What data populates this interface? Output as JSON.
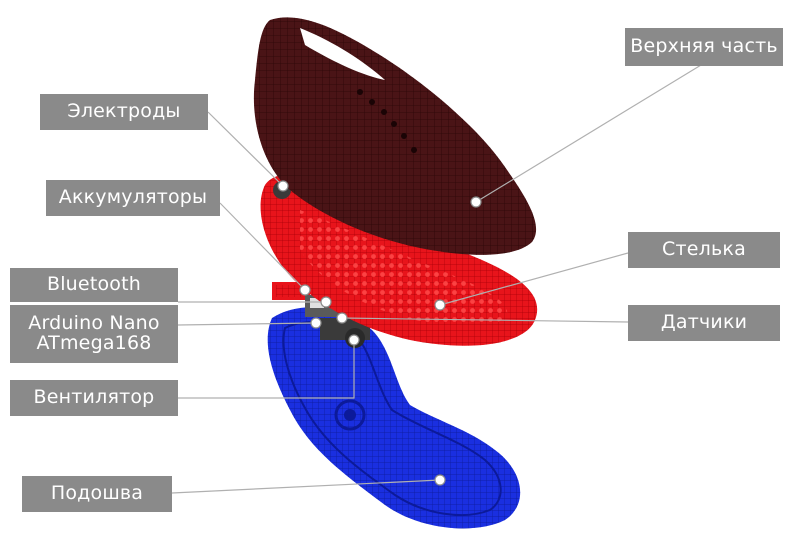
{
  "labels": {
    "upper": "Верхняя часть",
    "electrodes": "Электроды",
    "batteries": "Аккумуляторы",
    "bluetooth": "Bluetooth",
    "arduino": "Arduino Nano\nATmega168",
    "insole": "Стелька",
    "sensors": "Датчики",
    "fan": "Вентилятор",
    "sole": "Подошва"
  },
  "colors": {
    "upper": "#4a1416",
    "insole": "#e8141b",
    "sole": "#1a2fe0",
    "label_bg": "#8a8a8a",
    "leader": "#b0b0b0"
  }
}
